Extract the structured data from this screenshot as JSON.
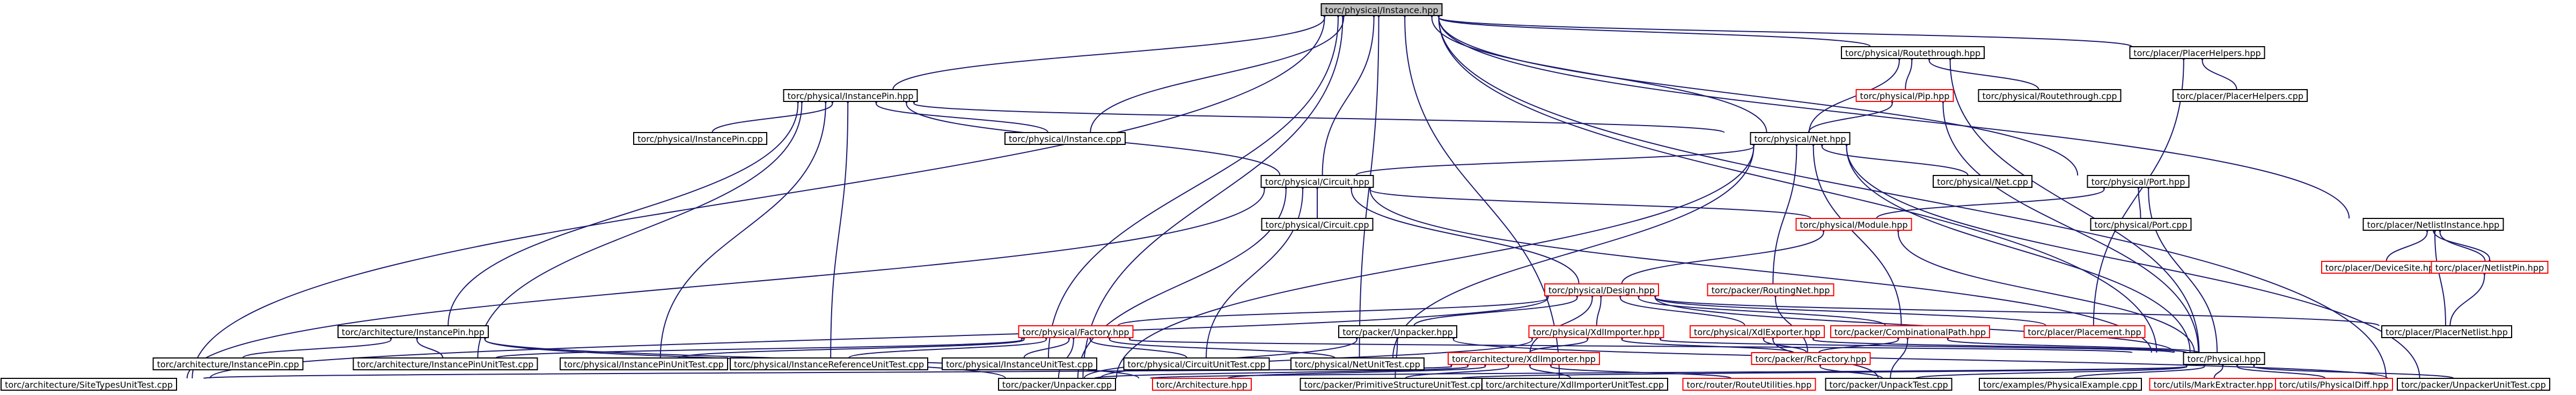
{
  "colors": {
    "background": "#ffffff",
    "node_border_normal": "#000000",
    "node_border_missing": "#ff0000",
    "root_fill": "#bfbfbf",
    "node_fill": "#ffffff",
    "text": "#000000",
    "edge": "#191970"
  },
  "root": "torc/physical/Instance.hpp",
  "nodes": [
    {
      "id": "inst_hpp",
      "label": "torc/physical/Instance.hpp",
      "root": true
    },
    {
      "id": "rt_hpp",
      "label": "torc/physical/Routethrough.hpp"
    },
    {
      "id": "ph_hpp",
      "label": "torc/placer/PlacerHelpers.hpp"
    },
    {
      "id": "ip_hpp",
      "label": "torc/physical/InstancePin.hpp"
    },
    {
      "id": "pip_hpp",
      "label": "torc/physical/Pip.hpp",
      "missing": true
    },
    {
      "id": "rt_cpp",
      "label": "torc/physical/Routethrough.cpp"
    },
    {
      "id": "ph_cpp",
      "label": "torc/placer/PlacerHelpers.cpp"
    },
    {
      "id": "ip_cpp",
      "label": "torc/physical/InstancePin.cpp"
    },
    {
      "id": "inst_cpp",
      "label": "torc/physical/Instance.cpp"
    },
    {
      "id": "net_hpp",
      "label": "torc/physical/Net.hpp"
    },
    {
      "id": "circ_hpp",
      "label": "torc/physical/Circuit.hpp"
    },
    {
      "id": "net_cpp",
      "label": "torc/physical/Net.cpp"
    },
    {
      "id": "port_hpp",
      "label": "torc/physical/Port.hpp"
    },
    {
      "id": "circ_cpp",
      "label": "torc/physical/Circuit.cpp"
    },
    {
      "id": "mod_hpp",
      "label": "torc/physical/Module.hpp",
      "missing": true
    },
    {
      "id": "port_cpp",
      "label": "torc/physical/Port.cpp"
    },
    {
      "id": "pni_hpp",
      "label": "torc/placer/NetlistInstance.hpp"
    },
    {
      "id": "ds_hpp",
      "label": "torc/placer/DeviceSite.hpp",
      "missing": true
    },
    {
      "id": "npin_hpp",
      "label": "torc/placer/NetlistPin.hpp",
      "missing": true
    },
    {
      "id": "rnet_hpp",
      "label": "torc/packer/RoutingNet.hpp",
      "missing": true
    },
    {
      "id": "des_hpp",
      "label": "torc/physical/Design.hpp",
      "missing": true
    },
    {
      "id": "aip_hpp",
      "label": "torc/architecture/InstancePin.hpp"
    },
    {
      "id": "fac_hpp",
      "label": "torc/physical/Factory.hpp",
      "missing": true
    },
    {
      "id": "unp_hpp",
      "label": "torc/packer/Unpacker.hpp"
    },
    {
      "id": "xdli_hpp",
      "label": "torc/physical/XdlImporter.hpp",
      "missing": true
    },
    {
      "id": "xdle_hpp",
      "label": "torc/physical/XdlExporter.hpp",
      "missing": true
    },
    {
      "id": "cpath_hpp",
      "label": "torc/packer/CombinationalPath.hpp",
      "missing": true
    },
    {
      "id": "pl_hpp",
      "label": "torc/placer/Placement.hpp",
      "missing": true
    },
    {
      "id": "pnet_hpp",
      "label": "torc/placer/PlacerNetlist.hpp"
    },
    {
      "id": "aip_cpp",
      "label": "torc/architecture/InstancePin.cpp"
    },
    {
      "id": "aipu_cpp",
      "label": "torc/architecture/InstancePinUnitTest.cpp"
    },
    {
      "id": "pipu_cpp",
      "label": "torc/physical/InstancePinUnitTest.cpp"
    },
    {
      "id": "piru_cpp",
      "label": "torc/physical/InstanceReferenceUnitTest.cpp"
    },
    {
      "id": "piu_cpp",
      "label": "torc/physical/InstanceUnitTest.cpp"
    },
    {
      "id": "pcu_cpp",
      "label": "torc/physical/CircuitUnitTest.cpp"
    },
    {
      "id": "pnu_cpp",
      "label": "torc/physical/NetUnitTest.cpp"
    },
    {
      "id": "axi_hpp",
      "label": "torc/architecture/XdlImporter.hpp",
      "missing": true
    },
    {
      "id": "rcf_hpp",
      "label": "torc/packer/RcFactory.hpp",
      "missing": true
    },
    {
      "id": "phys_hpp",
      "label": "torc/Physical.hpp"
    },
    {
      "id": "astu_cpp",
      "label": "torc/architecture/SiteTypesUnitTest.cpp"
    },
    {
      "id": "unp_cpp",
      "label": "torc/packer/Unpacker.cpp"
    },
    {
      "id": "arch_hpp",
      "label": "torc/Architecture.hpp",
      "missing": true
    },
    {
      "id": "ppsu_cpp",
      "label": "torc/packer/PrimitiveStructureUnitTest.cpp"
    },
    {
      "id": "axiu_cpp",
      "label": "torc/architecture/XdlImporterUnitTest.cpp"
    },
    {
      "id": "rru_hpp",
      "label": "torc/router/RouteUtilities.hpp",
      "missing": true
    },
    {
      "id": "put_cpp",
      "label": "torc/packer/UnpackTest.cpp"
    },
    {
      "id": "epe_cpp",
      "label": "torc/examples/PhysicalExample.cpp"
    },
    {
      "id": "ume_hpp",
      "label": "torc/utils/MarkExtracter.hpp",
      "missing": true
    },
    {
      "id": "upd_hpp",
      "label": "torc/utils/PhysicalDiff.hpp",
      "missing": true
    },
    {
      "id": "ppuu_cpp",
      "label": "torc/packer/UnpackerUnitTest.cpp"
    }
  ],
  "edges": [
    [
      "rt_hpp",
      "inst_hpp"
    ],
    [
      "ph_hpp",
      "inst_hpp"
    ],
    [
      "ip_hpp",
      "inst_hpp"
    ],
    [
      "inst_cpp",
      "inst_hpp"
    ],
    [
      "net_hpp",
      "inst_hpp"
    ],
    [
      "circ_hpp",
      "inst_hpp"
    ],
    [
      "port_hpp",
      "inst_hpp"
    ],
    [
      "pni_hpp",
      "inst_hpp"
    ],
    [
      "piu_cpp",
      "inst_hpp"
    ],
    [
      "astu_cpp",
      "inst_hpp"
    ],
    [
      "unp_cpp",
      "inst_hpp"
    ],
    [
      "phys_hpp",
      "inst_hpp"
    ],
    [
      "ppuu_cpp",
      "inst_hpp"
    ],
    [
      "pnu_cpp",
      "inst_hpp"
    ],
    [
      "axiu_cpp",
      "inst_hpp"
    ],
    [
      "pip_hpp",
      "rt_hpp"
    ],
    [
      "rt_cpp",
      "rt_hpp"
    ],
    [
      "net_hpp",
      "rt_hpp"
    ],
    [
      "phys_hpp",
      "rt_hpp"
    ],
    [
      "ph_cpp",
      "ph_hpp"
    ],
    [
      "pl_hpp",
      "ph_hpp"
    ],
    [
      "ip_cpp",
      "ip_hpp"
    ],
    [
      "inst_cpp",
      "ip_hpp"
    ],
    [
      "net_hpp",
      "ip_hpp"
    ],
    [
      "circ_hpp",
      "ip_hpp"
    ],
    [
      "aip_hpp",
      "ip_hpp"
    ],
    [
      "pipu_cpp",
      "ip_hpp"
    ],
    [
      "piru_cpp",
      "ip_hpp"
    ],
    [
      "aipu_cpp",
      "ip_hpp"
    ],
    [
      "net_hpp",
      "pip_hpp"
    ],
    [
      "phys_hpp",
      "pip_hpp"
    ],
    [
      "net_cpp",
      "net_hpp"
    ],
    [
      "circ_hpp",
      "net_hpp"
    ],
    [
      "rnet_hpp",
      "net_hpp"
    ],
    [
      "cpath_hpp",
      "net_hpp"
    ],
    [
      "phys_hpp",
      "net_hpp"
    ],
    [
      "pnu_cpp",
      "net_hpp"
    ],
    [
      "ppuu_cpp",
      "net_hpp"
    ],
    [
      "unp_cpp",
      "net_hpp"
    ],
    [
      "circ_cpp",
      "circ_hpp"
    ],
    [
      "mod_hpp",
      "circ_hpp"
    ],
    [
      "des_hpp",
      "circ_hpp"
    ],
    [
      "pcu_cpp",
      "circ_hpp"
    ],
    [
      "astu_cpp",
      "circ_hpp"
    ],
    [
      "phys_hpp",
      "circ_hpp"
    ],
    [
      "unp_cpp",
      "circ_hpp"
    ],
    [
      "port_cpp",
      "port_hpp"
    ],
    [
      "mod_hpp",
      "port_hpp"
    ],
    [
      "phys_hpp",
      "port_hpp"
    ],
    [
      "des_hpp",
      "mod_hpp"
    ],
    [
      "phys_hpp",
      "mod_hpp"
    ],
    [
      "ds_hpp",
      "pni_hpp"
    ],
    [
      "npin_hpp",
      "pni_hpp"
    ],
    [
      "pnet_hpp",
      "pni_hpp"
    ],
    [
      "pni_hpp",
      "npin_hpp"
    ],
    [
      "pnet_hpp",
      "npin_hpp"
    ],
    [
      "rcf_hpp",
      "rnet_hpp"
    ],
    [
      "rcf_hpp",
      "cpath_hpp"
    ],
    [
      "put_cpp",
      "cpath_hpp"
    ],
    [
      "fac_hpp",
      "des_hpp"
    ],
    [
      "unp_hpp",
      "des_hpp"
    ],
    [
      "xdli_hpp",
      "des_hpp"
    ],
    [
      "xdle_hpp",
      "des_hpp"
    ],
    [
      "cpath_hpp",
      "des_hpp"
    ],
    [
      "pl_hpp",
      "des_hpp"
    ],
    [
      "pnet_hpp",
      "des_hpp"
    ],
    [
      "phys_hpp",
      "des_hpp"
    ],
    [
      "astu_cpp",
      "des_hpp"
    ],
    [
      "axi_hpp",
      "des_hpp"
    ],
    [
      "aip_cpp",
      "aip_hpp"
    ],
    [
      "aipu_cpp",
      "aip_hpp"
    ],
    [
      "arch_hpp",
      "aip_hpp"
    ],
    [
      "unp_cpp",
      "aip_hpp"
    ],
    [
      "pipu_cpp",
      "fac_hpp"
    ],
    [
      "piru_cpp",
      "fac_hpp"
    ],
    [
      "piu_cpp",
      "fac_hpp"
    ],
    [
      "pcu_cpp",
      "fac_hpp"
    ],
    [
      "pnu_cpp",
      "fac_hpp"
    ],
    [
      "phys_hpp",
      "fac_hpp"
    ],
    [
      "unp_cpp",
      "fac_hpp"
    ],
    [
      "aipu_cpp",
      "fac_hpp"
    ],
    [
      "unp_cpp",
      "unp_hpp"
    ],
    [
      "ppsu_cpp",
      "unp_hpp"
    ],
    [
      "ppuu_cpp",
      "unp_hpp"
    ],
    [
      "axi_hpp",
      "xdli_hpp"
    ],
    [
      "phys_hpp",
      "xdli_hpp"
    ],
    [
      "rcf_hpp",
      "xdli_hpp"
    ],
    [
      "unp_cpp",
      "xdli_hpp"
    ],
    [
      "phys_hpp",
      "xdle_hpp"
    ],
    [
      "rcf_hpp",
      "xdle_hpp"
    ],
    [
      "put_cpp",
      "xdle_hpp"
    ],
    [
      "phys_hpp",
      "cpath_hpp"
    ],
    [
      "arch_hpp",
      "axi_hpp"
    ],
    [
      "axiu_cpp",
      "axi_hpp"
    ],
    [
      "ppsu_cpp",
      "axi_hpp"
    ],
    [
      "rru_hpp",
      "axi_hpp"
    ],
    [
      "astu_cpp",
      "axi_hpp"
    ],
    [
      "unp_cpp",
      "axi_hpp"
    ],
    [
      "put_cpp",
      "rcf_hpp"
    ],
    [
      "unp_cpp",
      "phys_hpp"
    ],
    [
      "put_cpp",
      "phys_hpp"
    ],
    [
      "epe_cpp",
      "phys_hpp"
    ],
    [
      "ume_hpp",
      "phys_hpp"
    ],
    [
      "upd_hpp",
      "phys_hpp"
    ],
    [
      "ppuu_cpp",
      "phys_hpp"
    ],
    [
      "ppsu_cpp",
      "phys_hpp"
    ]
  ]
}
